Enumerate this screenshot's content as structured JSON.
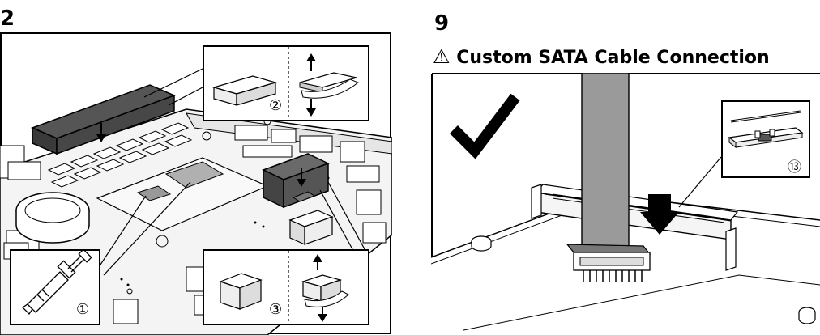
{
  "left_step": {
    "number": "2",
    "callouts": [
      "②",
      "③",
      "①"
    ]
  },
  "right_step": {
    "number": "9",
    "warning_symbol": "⚠",
    "title": "Custom SATA Cable Connection",
    "callout": "⑬"
  },
  "colors": {
    "ink": "#000000",
    "dark_gray": "#555555",
    "mid_gray": "#9a9a9a",
    "light_gray": "#cfcfcf",
    "board": "#f2f2f2"
  }
}
